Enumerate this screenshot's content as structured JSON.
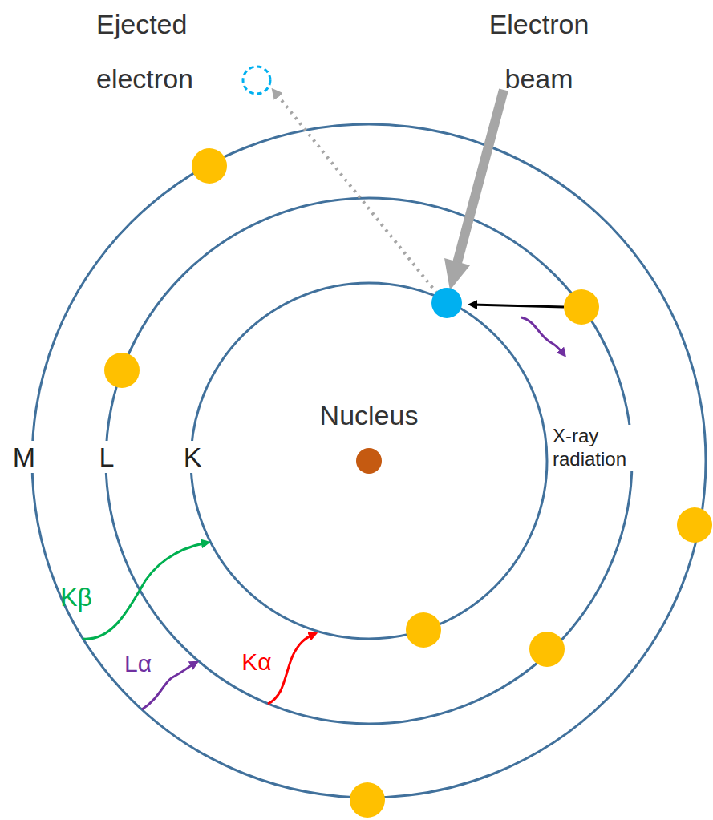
{
  "diagram": {
    "labels": [
      "Ejected electron",
      "Electron beam",
      "Nucleus",
      "X-ray radiation",
      "M",
      "L",
      "K",
      "Kβ",
      "Lα",
      "Kα"
    ]
  }
}
